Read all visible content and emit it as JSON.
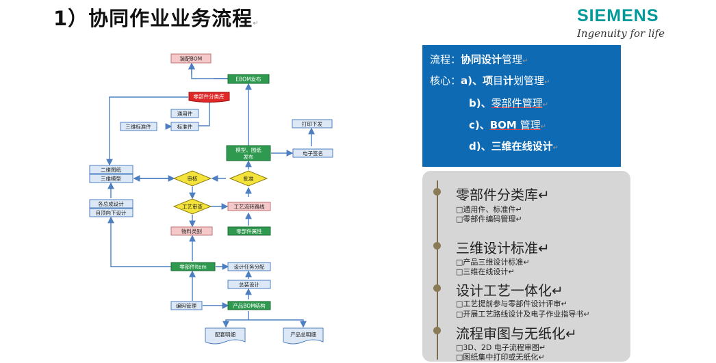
{
  "title": {
    "text": "1）协同作业业务流程",
    "mark": "↵"
  },
  "logo": {
    "name": "SIEMENS",
    "tagline": "Ingenuity for life"
  },
  "flow": {
    "zhuangpei_bom": "装配BOM",
    "ebom_publish": "EBOM发布",
    "part_library": "零部件分类库",
    "common_part": "通用件",
    "std_3d": "三维标准件",
    "std_part": "标准件",
    "print_issue": "打印下发",
    "model_publish": "模型、图纸发布",
    "e_sign": "电子签名",
    "drawing_2d": "二维图纸",
    "model_3d": "三维模型",
    "review": "审核",
    "approve": "批准",
    "process_review": "工艺审查",
    "process_route": "工艺流转路线",
    "material_type": "物料类别",
    "part_attr": "零部件属性",
    "assembly_design": "各总成设计",
    "top_down": "自顶向下设计",
    "part_item": "零部件Item",
    "task_assign": "设计任务分配",
    "overall_design": "总装设计",
    "code_mgmt": "编码管理",
    "product_bom": "产品BOM结构",
    "kit_list": "配套明细",
    "product_list": "产品总明细"
  },
  "blue_panel": {
    "l1_a": "流程：",
    "l1_b": "协同",
    "l1_c": "设计",
    "l1_d": "管理",
    "l1_m": "↵",
    "l2_a": "核心：",
    "l2_b": "a)、",
    "l2_c": "项",
    "l2_d": "目",
    "l2_e": "计",
    "l2_f": "划管理",
    "l2_m": "↵",
    "l3_a": "b)、",
    "l3_b": "零部件管理",
    "l3_m": "↵",
    "l4_a": "c)、",
    "l4_b": "BOM",
    "l4_c": " 管理",
    "l4_m": "↵",
    "l5_a": "d)、三维在",
    "l5_b": "线设计",
    "l5_m": "↵"
  },
  "gray_panel": {
    "s1": {
      "head": "零部件分类库↵",
      "i1": "□通用件、标准件↵",
      "i2": "□零部件编码管理↵"
    },
    "s2": {
      "head": "三维设计标准↵",
      "i1": "□产品三维设计标准↵",
      "i2": "□三维在线设计↵"
    },
    "s3": {
      "head": "设计工艺一体化↵",
      "i1": "□工艺提前参与零部件设计评审↵",
      "i2": "□开展工艺路线设计及电子作业指导书↵"
    },
    "s4": {
      "head": "流程审图与无纸化↵",
      "i1": "□3D、2D 电子流程审图↵",
      "i2": "□图纸集中打印或无纸化↵"
    }
  },
  "colors": {
    "siemens": "#009999",
    "panel_blue": "#0f6ab4",
    "panel_gray": "#d6d6d6",
    "box_green": "#2f9a4f",
    "box_pink": "#f5c9c9",
    "box_blue": "#dde8f6",
    "diamond_yellow": "#f4e33a",
    "arrow_blue": "#4d7fc0"
  }
}
